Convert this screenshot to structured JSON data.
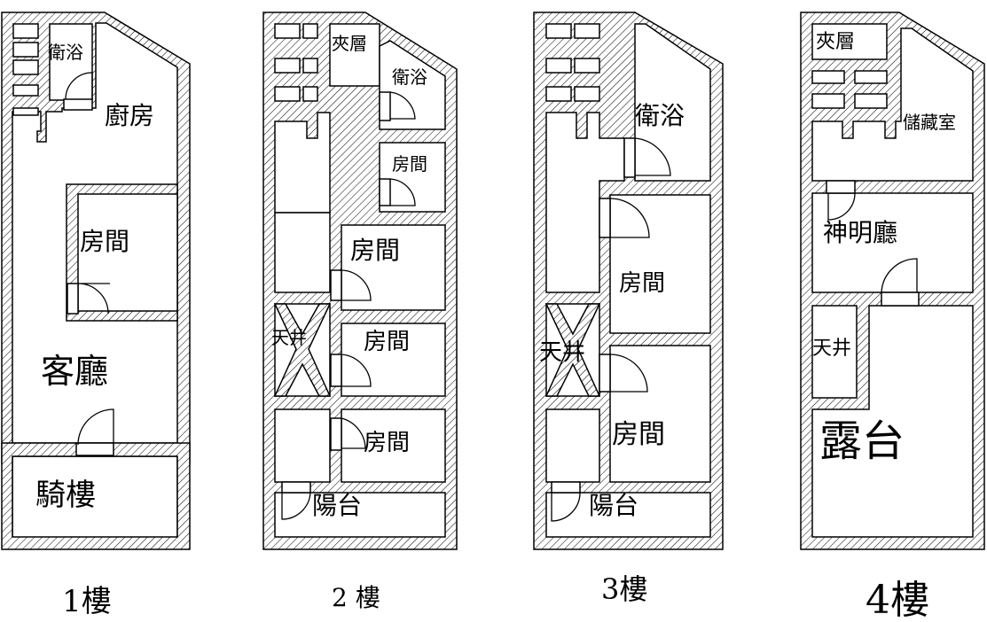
{
  "floors": [
    {
      "caption": "1樓",
      "rooms": {
        "bathroom": "衛浴",
        "kitchen": "廚房",
        "room": "房間",
        "living_room": "客廳",
        "arcade": "騎樓"
      }
    },
    {
      "caption": "2 樓",
      "rooms": {
        "mezzanine": "夾層",
        "bathroom": "衛浴",
        "room_small": "房間",
        "room_a": "房間",
        "light_well": "天井",
        "room_b": "房間",
        "room_c": "房間",
        "balcony": "陽台"
      }
    },
    {
      "caption": "3樓",
      "rooms": {
        "bathroom": "衛浴",
        "room_a": "房間",
        "light_well": "天井",
        "room_b": "房間",
        "balcony": "陽台"
      }
    },
    {
      "caption": "4樓",
      "rooms": {
        "mezzanine": "夾層",
        "storage": "儲藏室",
        "shrine_hall": "神明廳",
        "light_well": "天井",
        "terrace": "露台"
      }
    }
  ]
}
